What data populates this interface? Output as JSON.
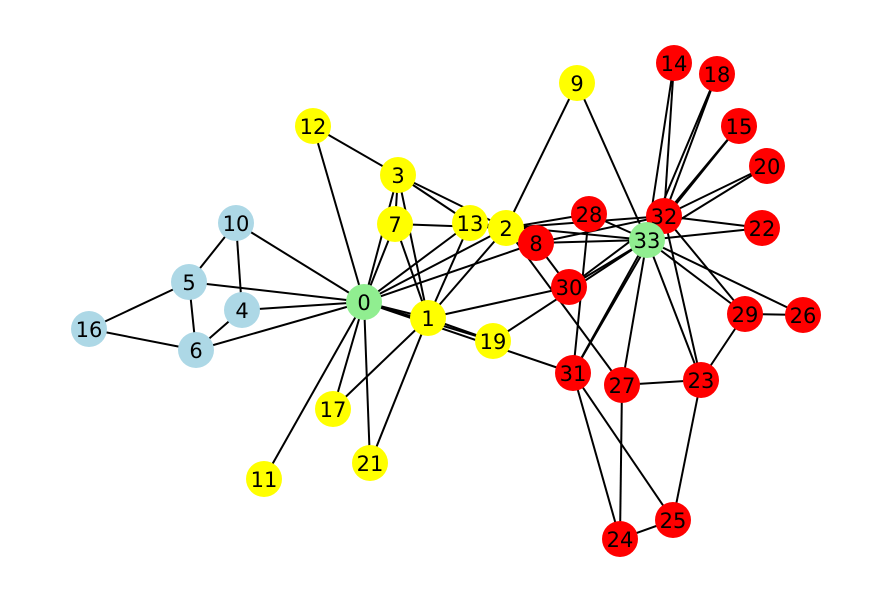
{
  "graph": {
    "colors": {
      "light_blue": "#add8e6",
      "light_green": "#90ee90",
      "yellow": "#ffff00",
      "red": "#ff0000",
      "edge": "#000000"
    },
    "nodes": [
      {
        "id": "0",
        "label": "0",
        "color": "light_green"
      },
      {
        "id": "1",
        "label": "1",
        "color": "yellow"
      },
      {
        "id": "2",
        "label": "2",
        "color": "yellow"
      },
      {
        "id": "3",
        "label": "3",
        "color": "yellow"
      },
      {
        "id": "4",
        "label": "4",
        "color": "light_blue"
      },
      {
        "id": "5",
        "label": "5",
        "color": "light_blue"
      },
      {
        "id": "6",
        "label": "6",
        "color": "light_blue"
      },
      {
        "id": "7",
        "label": "7",
        "color": "yellow"
      },
      {
        "id": "8",
        "label": "8",
        "color": "red"
      },
      {
        "id": "9",
        "label": "9",
        "color": "yellow"
      },
      {
        "id": "10",
        "label": "10",
        "color": "light_blue"
      },
      {
        "id": "11",
        "label": "11",
        "color": "yellow"
      },
      {
        "id": "12",
        "label": "12",
        "color": "yellow"
      },
      {
        "id": "13",
        "label": "13",
        "color": "yellow"
      },
      {
        "id": "14",
        "label": "14",
        "color": "red"
      },
      {
        "id": "15",
        "label": "15",
        "color": "red"
      },
      {
        "id": "16",
        "label": "16",
        "color": "light_blue"
      },
      {
        "id": "17",
        "label": "17",
        "color": "yellow"
      },
      {
        "id": "18",
        "label": "18",
        "color": "red"
      },
      {
        "id": "19",
        "label": "19",
        "color": "yellow"
      },
      {
        "id": "20",
        "label": "20",
        "color": "red"
      },
      {
        "id": "21",
        "label": "21",
        "color": "yellow"
      },
      {
        "id": "22",
        "label": "22",
        "color": "red"
      },
      {
        "id": "23",
        "label": "23",
        "color": "red"
      },
      {
        "id": "24",
        "label": "24",
        "color": "red"
      },
      {
        "id": "25",
        "label": "25",
        "color": "red"
      },
      {
        "id": "26",
        "label": "26",
        "color": "red"
      },
      {
        "id": "27",
        "label": "27",
        "color": "red"
      },
      {
        "id": "28",
        "label": "28",
        "color": "red"
      },
      {
        "id": "29",
        "label": "29",
        "color": "red"
      },
      {
        "id": "30",
        "label": "30",
        "color": "red"
      },
      {
        "id": "31",
        "label": "31",
        "color": "red"
      },
      {
        "id": "32",
        "label": "32",
        "color": "red"
      },
      {
        "id": "33",
        "label": "33",
        "color": "light_green"
      }
    ],
    "edges": [
      [
        "0",
        "1"
      ],
      [
        "0",
        "2"
      ],
      [
        "0",
        "3"
      ],
      [
        "0",
        "4"
      ],
      [
        "0",
        "5"
      ],
      [
        "0",
        "6"
      ],
      [
        "0",
        "7"
      ],
      [
        "0",
        "8"
      ],
      [
        "0",
        "10"
      ],
      [
        "0",
        "11"
      ],
      [
        "0",
        "12"
      ],
      [
        "0",
        "13"
      ],
      [
        "0",
        "17"
      ],
      [
        "0",
        "19"
      ],
      [
        "0",
        "21"
      ],
      [
        "0",
        "31"
      ],
      [
        "1",
        "2"
      ],
      [
        "1",
        "3"
      ],
      [
        "1",
        "7"
      ],
      [
        "1",
        "13"
      ],
      [
        "1",
        "17"
      ],
      [
        "1",
        "19"
      ],
      [
        "1",
        "21"
      ],
      [
        "1",
        "30"
      ],
      [
        "2",
        "3"
      ],
      [
        "2",
        "7"
      ],
      [
        "2",
        "8"
      ],
      [
        "2",
        "9"
      ],
      [
        "2",
        "13"
      ],
      [
        "2",
        "27"
      ],
      [
        "2",
        "28"
      ],
      [
        "2",
        "32"
      ],
      [
        "3",
        "7"
      ],
      [
        "3",
        "12"
      ],
      [
        "3",
        "13"
      ],
      [
        "4",
        "6"
      ],
      [
        "4",
        "10"
      ],
      [
        "5",
        "6"
      ],
      [
        "5",
        "10"
      ],
      [
        "5",
        "16"
      ],
      [
        "6",
        "16"
      ],
      [
        "8",
        "30"
      ],
      [
        "8",
        "32"
      ],
      [
        "8",
        "33"
      ],
      [
        "9",
        "33"
      ],
      [
        "13",
        "33"
      ],
      [
        "14",
        "32"
      ],
      [
        "14",
        "33"
      ],
      [
        "15",
        "32"
      ],
      [
        "15",
        "33"
      ],
      [
        "18",
        "32"
      ],
      [
        "18",
        "33"
      ],
      [
        "19",
        "33"
      ],
      [
        "20",
        "32"
      ],
      [
        "20",
        "33"
      ],
      [
        "22",
        "32"
      ],
      [
        "22",
        "33"
      ],
      [
        "23",
        "25"
      ],
      [
        "23",
        "27"
      ],
      [
        "23",
        "29"
      ],
      [
        "23",
        "32"
      ],
      [
        "23",
        "33"
      ],
      [
        "24",
        "25"
      ],
      [
        "24",
        "27"
      ],
      [
        "24",
        "31"
      ],
      [
        "25",
        "31"
      ],
      [
        "26",
        "29"
      ],
      [
        "26",
        "33"
      ],
      [
        "27",
        "33"
      ],
      [
        "28",
        "31"
      ],
      [
        "28",
        "33"
      ],
      [
        "29",
        "32"
      ],
      [
        "29",
        "33"
      ],
      [
        "30",
        "32"
      ],
      [
        "30",
        "33"
      ],
      [
        "31",
        "32"
      ],
      [
        "31",
        "33"
      ],
      [
        "32",
        "33"
      ]
    ]
  }
}
